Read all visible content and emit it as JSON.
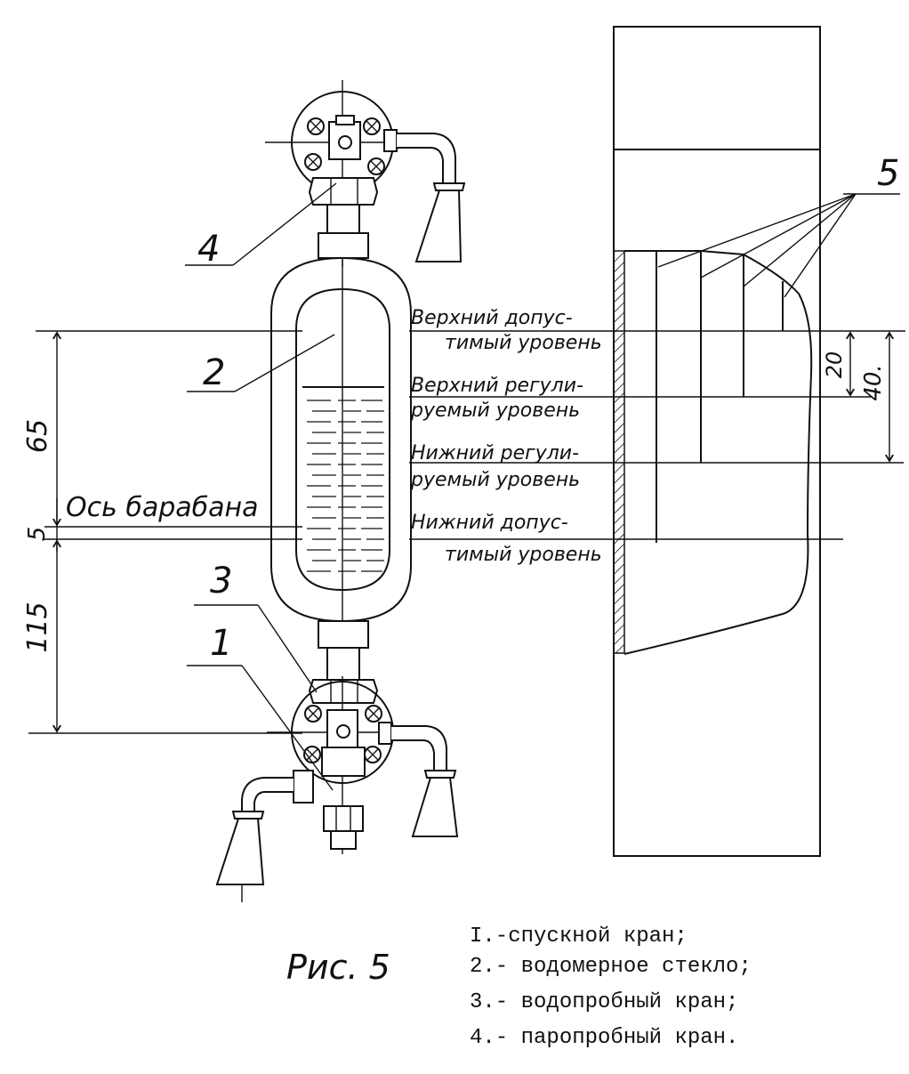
{
  "callouts": {
    "c1": "1",
    "c2": "2",
    "c3": "3",
    "c4": "4",
    "c5": "5"
  },
  "levels": {
    "upper_permissible_line1": "Верхний допус-",
    "upper_permissible_line2": "тимый уровень",
    "upper_regulated_line1": "Верхний регули-",
    "upper_regulated_line2": "руемый уровень",
    "lower_regulated_line1": "Нижний регули-",
    "lower_regulated_line2": "руемый уровень",
    "lower_permissible_line1": "Нижний допус-",
    "lower_permissible_line2": "тимый уровень"
  },
  "drum_axis": "Ось барабана",
  "dimensions": {
    "d65": "65",
    "d5": "5",
    "d115": "115",
    "d20": "20",
    "d40": "40."
  },
  "figure_caption": "Рис. 5",
  "legend": [
    "I.-спускной кран;",
    "2.- водомерное стекло;",
    "3.- водопробный кран;",
    "4.- паропробный кран."
  ]
}
